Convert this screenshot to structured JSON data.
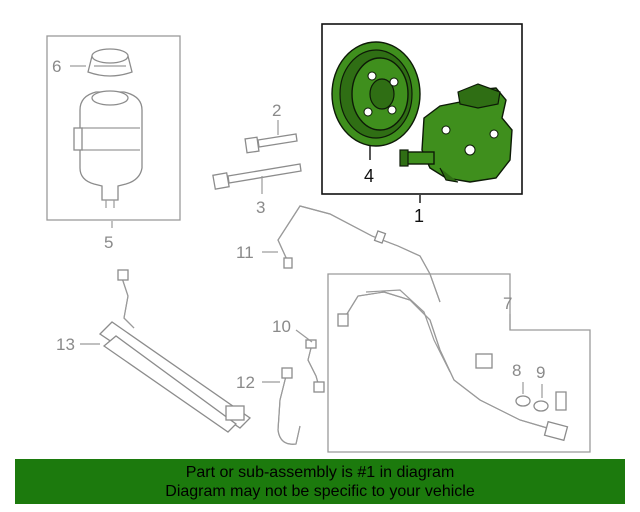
{
  "diagram": {
    "callouts": {
      "c1": "1",
      "c2": "2",
      "c3": "3",
      "c4": "4",
      "c5": "5",
      "c6": "6",
      "c7": "7",
      "c8": "8",
      "c9": "9",
      "c10": "10",
      "c11": "11",
      "c12": "12",
      "c13": "13"
    },
    "highlight_color": "#3f8f1d"
  },
  "banner": {
    "line1": "Part or sub-assembly is #1 in diagram",
    "line2": "Diagram may not be specific to your vehicle",
    "background": "#1c7a0d"
  }
}
